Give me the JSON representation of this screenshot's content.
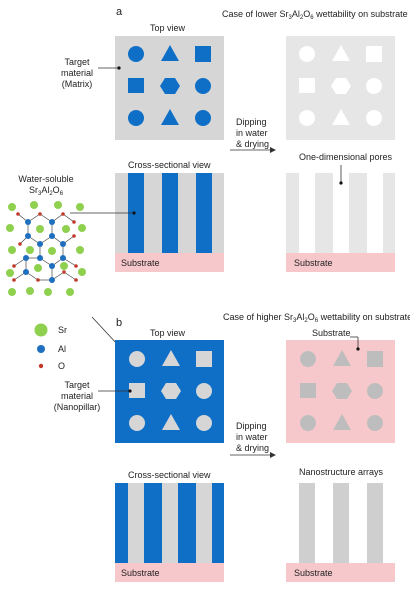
{
  "colors": {
    "blue": "#0f6fc6",
    "gray_bg": "#d6d6d6",
    "light_gray": "#e9e9e9",
    "pink": "#f7c8cb",
    "gray_shape": "#c8c8c8",
    "sr": "#8fd14f",
    "al": "#1f6fbf",
    "o": "#c0392b"
  },
  "panel_a": {
    "letter": "a",
    "case_prefix": "Case of lower ",
    "formula_sr": "Sr",
    "formula_sr_sub": "3",
    "formula_al": "Al",
    "formula_al_sub": "2",
    "formula_o": "O",
    "formula_o_sub": "6",
    "case_suffix": " wettability  on substrate",
    "top_view": "Top view",
    "target_line1": "Target",
    "target_line2": "material",
    "target_line3": "(Matrix)",
    "process_line1": "Dipping",
    "process_line2": "in water",
    "process_line3": "& drying",
    "cross_view": "Cross-sectional view",
    "pores": "One-dimensional pores",
    "substrate_left": "Substrate",
    "substrate_right": "Substrate"
  },
  "legend": {
    "title_line1": "Water-soluble",
    "formula_sr": "Sr",
    "formula_sr_sub": "3",
    "formula_al": "Al",
    "formula_al_sub": "2",
    "formula_o": "O",
    "formula_o_sub": "6",
    "sr": "Sr",
    "al": "Al",
    "o": "O"
  },
  "panel_b": {
    "letter": "b",
    "case_prefix": "Case of higher ",
    "formula_sr": "Sr",
    "formula_sr_sub": "3",
    "formula_al": "Al",
    "formula_al_sub": "2",
    "formula_o": "O",
    "formula_o_sub": "6",
    "case_suffix": " wettability on substrate",
    "top_view": "Top view",
    "substrate_label": "Substrate",
    "target_line1": "Target",
    "target_line2": "material",
    "target_line3": "(Nanopillar)",
    "process_line1": "Dipping",
    "process_line2": "in water",
    "process_line3": "& drying",
    "cross_view": "Cross-sectional view",
    "nano": "Nanostructure arrays",
    "substrate_left": "Substrate",
    "substrate_right": "Substrate"
  }
}
